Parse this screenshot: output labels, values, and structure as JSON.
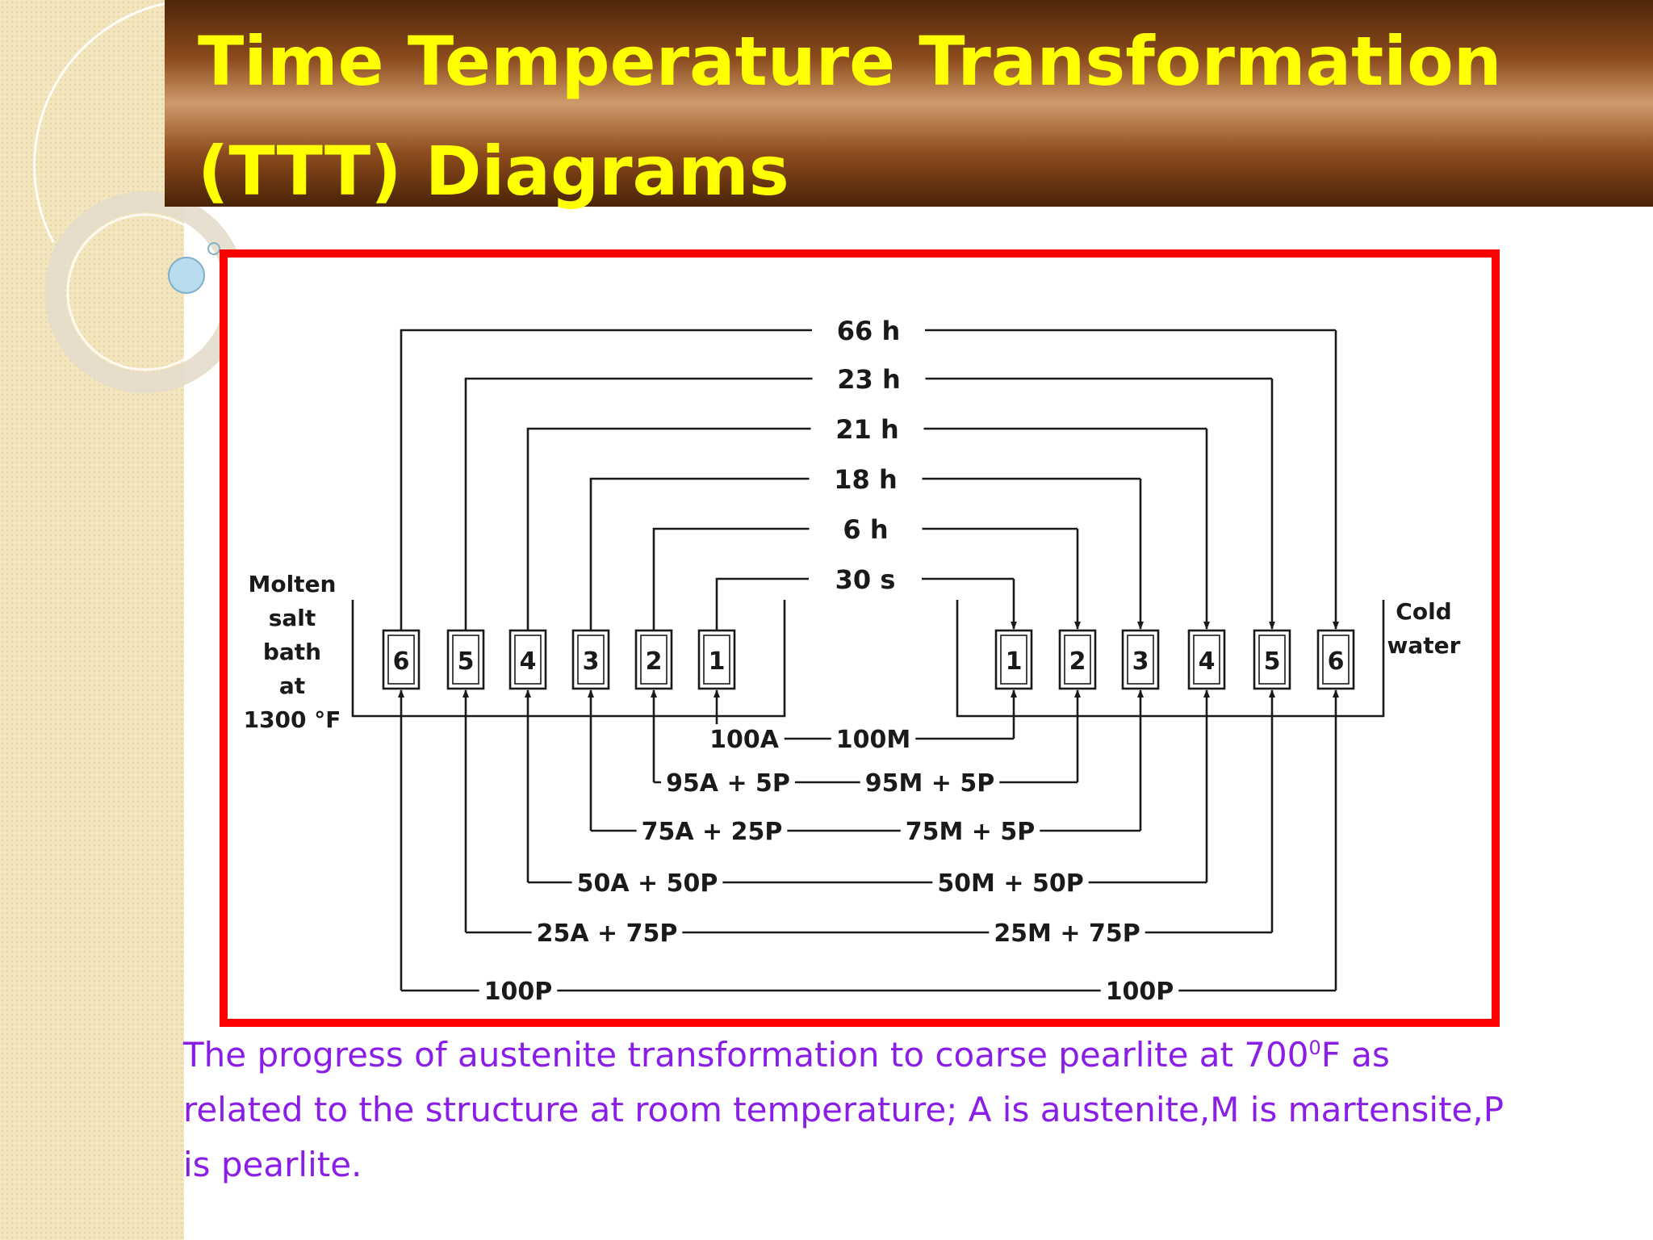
{
  "title": {
    "line1": "Time Temperature Transformation",
    "line2": "(TTT) Diagrams"
  },
  "diagram": {
    "left_bath_label": [
      "Molten",
      "salt",
      "bath",
      "at",
      "1300 °F"
    ],
    "right_bath_label": [
      "Cold",
      "water"
    ],
    "left_tubes": [
      "6",
      "5",
      "4",
      "3",
      "2",
      "1"
    ],
    "right_tubes": [
      "1",
      "2",
      "3",
      "4",
      "5",
      "6"
    ],
    "times": [
      "66 h",
      "23 h",
      "21 h",
      "18 h",
      "6 h",
      "30 s"
    ],
    "structures_before": [
      "100A",
      "95A + 5P",
      "75A + 25P",
      "50A + 50P",
      "25A + 75P",
      "100P"
    ],
    "structures_after": [
      "100M",
      "95M + 5P",
      "75M + 5P",
      "50M + 50P",
      "25M + 75P",
      "100P"
    ]
  },
  "caption": {
    "part1": " The progress of austenite transformation to coarse pearlite at 700",
    "superscript": "0",
    "part2": "F as related to the structure at room  temperature; A is austenite,M is martensite,P is pearlite."
  }
}
